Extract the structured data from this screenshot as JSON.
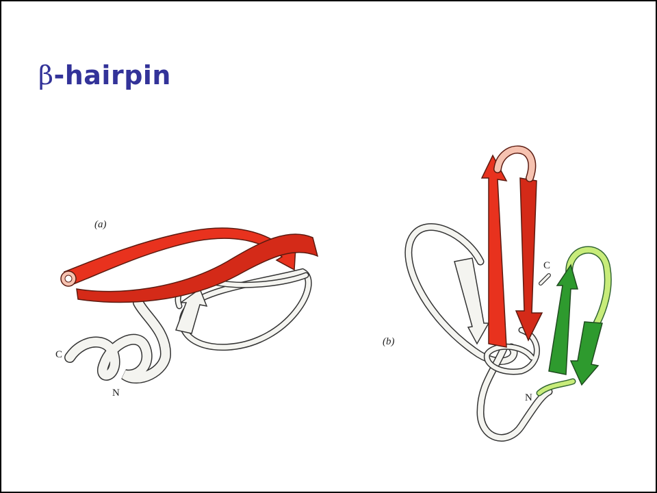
{
  "slide": {
    "title_symbol": "β",
    "title_text": "-hairpin"
  },
  "panel_a": {
    "label": "(a)",
    "c_label": "C",
    "n_label": "N"
  },
  "panel_b": {
    "label": "(b)",
    "c_label": "C",
    "n_label": "N"
  },
  "colors": {
    "title": "#333399",
    "strand_red": "#e8321e",
    "strand_green": "#2e9a2e",
    "loop_fill": "#f4f4f0",
    "outline": "#333333"
  }
}
